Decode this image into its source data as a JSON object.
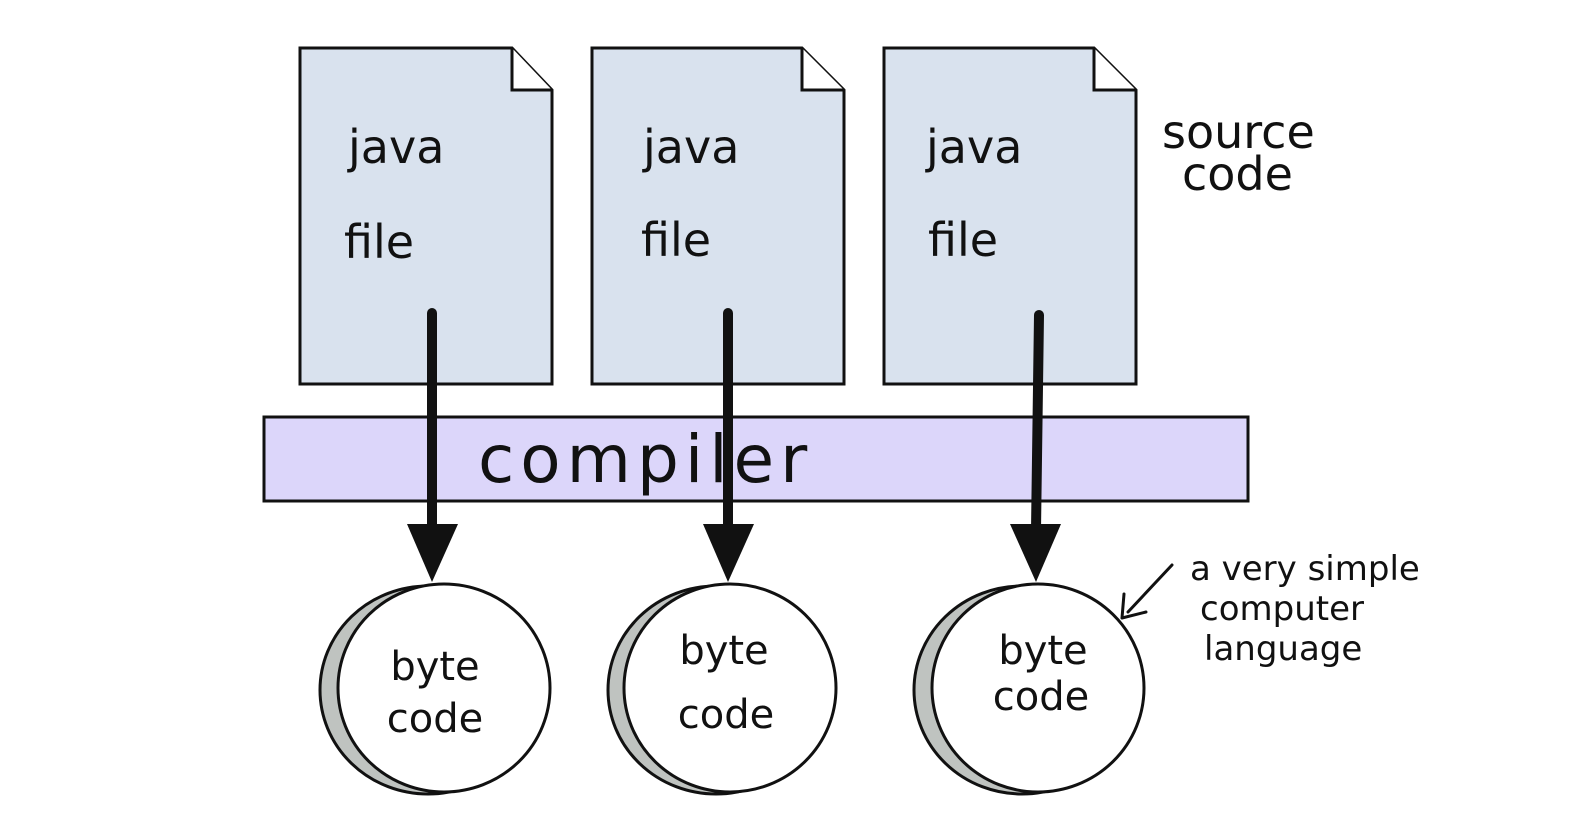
{
  "colors": {
    "document_fill": "#d9e2ee",
    "compiler_fill": "#dcd6fa",
    "coin_shadow": "#bfc3c0",
    "coin_fill": "#ffffff",
    "ink": "#111111"
  },
  "source_files": [
    {
      "line1": "java",
      "line2": "file"
    },
    {
      "line1": "java",
      "line2": "file"
    },
    {
      "line1": "java",
      "line2": "file"
    }
  ],
  "source_label": {
    "line1": "source",
    "line2": "code"
  },
  "compiler": {
    "label": "compiler"
  },
  "byte_codes": [
    {
      "line1": "byte",
      "line2": "code"
    },
    {
      "line1": "byte",
      "line2": "code"
    },
    {
      "line1": "byte",
      "line2": "code"
    }
  ],
  "annotation": {
    "line1": "a very simple",
    "line2": "computer",
    "line3": "language"
  }
}
